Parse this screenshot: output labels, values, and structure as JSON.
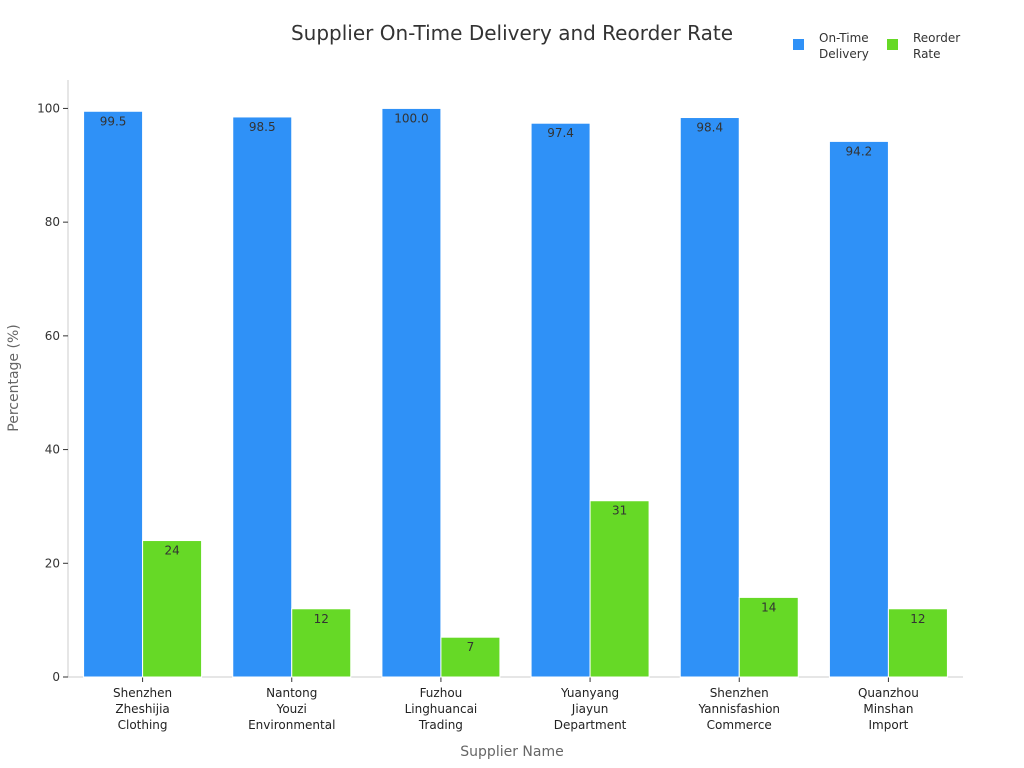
{
  "chart_data": {
    "type": "bar",
    "title": "Supplier On-Time Delivery and Reorder Rate",
    "xlabel": "Supplier Name",
    "ylabel": "Percentage (%)",
    "ylim": [
      0,
      105
    ],
    "yticks": [
      0,
      20,
      40,
      60,
      80,
      100
    ],
    "grid": false,
    "legend_position": "top-right",
    "categories": [
      [
        "Shenzhen",
        "Zheshijia",
        "Clothing"
      ],
      [
        "Nantong",
        "Youzi",
        "Environmental"
      ],
      [
        "Fuzhou",
        "Linghuancai",
        "Trading"
      ],
      [
        "Yuanyang",
        "Jiayun",
        "Department"
      ],
      [
        "Shenzhen",
        "Yannisfashion",
        "Commerce"
      ],
      [
        "Quanzhou",
        "Minshan",
        "Import"
      ]
    ],
    "series": [
      {
        "name": [
          "On-Time",
          "Delivery"
        ],
        "color": "#2f91f7",
        "values": [
          99.5,
          98.5,
          100.0,
          97.4,
          98.4,
          94.2
        ],
        "labels": [
          "99.5",
          "98.5",
          "100.0",
          "97.4",
          "98.4",
          "94.2"
        ]
      },
      {
        "name": [
          "Reorder",
          "Rate"
        ],
        "color": "#66d926",
        "values": [
          24,
          12,
          7,
          31,
          14,
          12
        ],
        "labels": [
          "24",
          "12",
          "7",
          "31",
          "14",
          "12"
        ]
      }
    ]
  }
}
